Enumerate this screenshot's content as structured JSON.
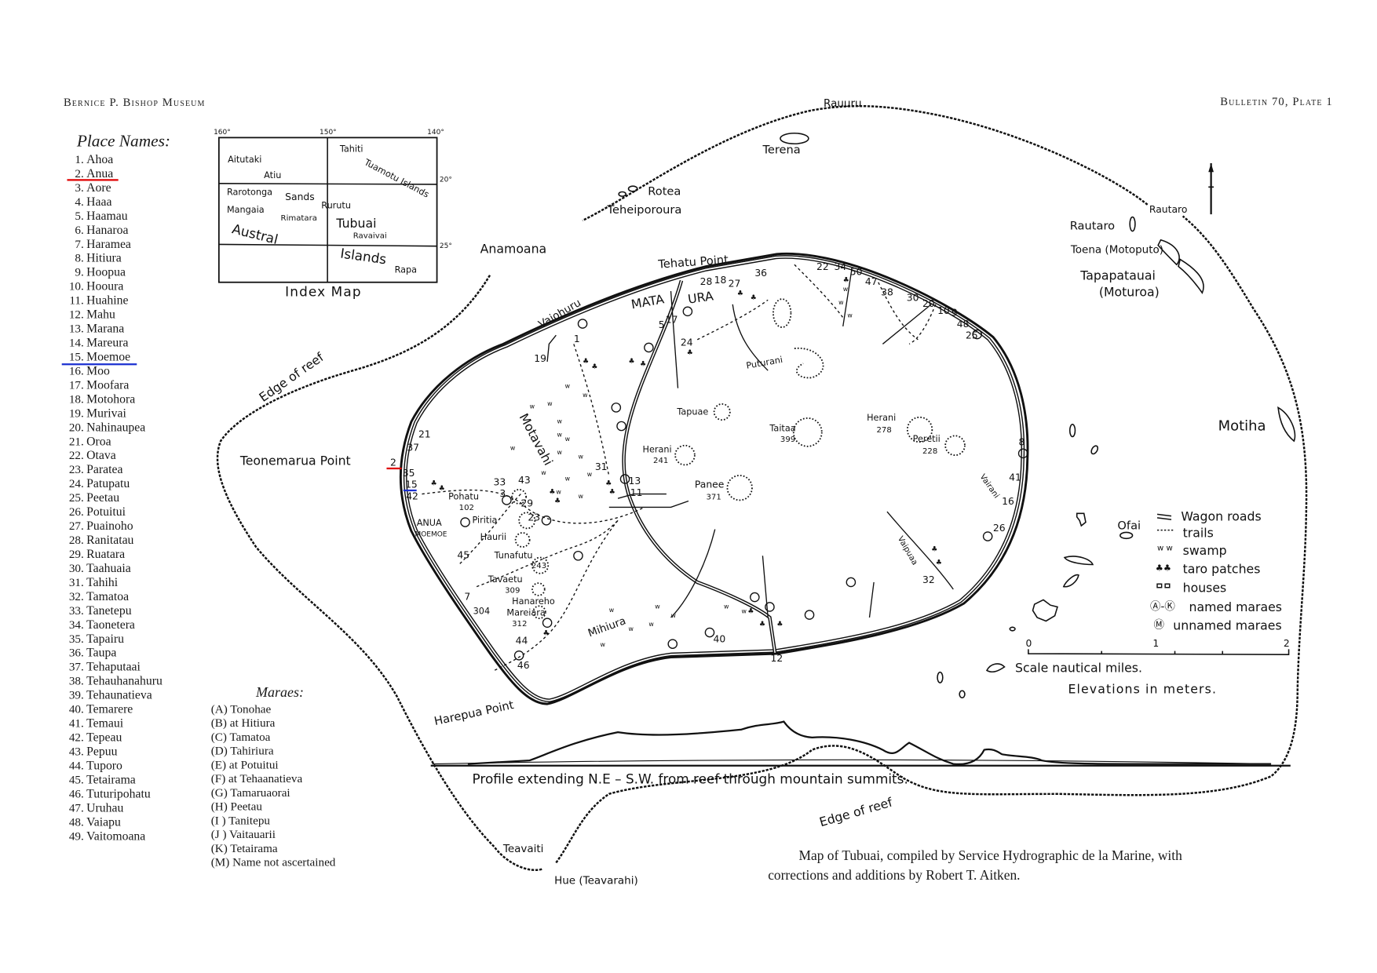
{
  "header": {
    "left": "Bernice P. Bishop Museum",
    "right": "Bulletin 70, Plate 1"
  },
  "place_names": {
    "title": "Place Names:",
    "items": [
      "Ahoa",
      "Anua",
      "Aore",
      "Haaa",
      "Haamau",
      "Hanaroa",
      "Haramea",
      "Hitiura",
      "Hoopua",
      "Hooura",
      "Huahine",
      "Mahu",
      "Marana",
      "Mareura",
      "Moemoe",
      "Moo",
      "Moofara",
      "Motohora",
      "Murivai",
      "Nahinaupea",
      "Oroa",
      "Otava",
      "Paratea",
      "Patupatu",
      "Peetau",
      "Potuitui",
      "Puainoho",
      "Ranitatau",
      "Ruatara",
      "Taahuaia",
      "Tahihi",
      "Tamatoa",
      "Tanetepu",
      "Taonetera",
      "Tapairu",
      "Taupa",
      "Tehaputaai",
      "Tehauhanahuru",
      "Tehaunatieva",
      "Temarere",
      "Temaui",
      "Tepeau",
      "Pepuu",
      "Tuporo",
      "Tetairama",
      "Tuturipohatu",
      "Uruhau",
      "Vaiapu",
      "Vaitomoana"
    ],
    "highlighted": [
      {
        "index": 2,
        "color": "#e00000"
      },
      {
        "index": 15,
        "color": "#1a2fd0"
      }
    ]
  },
  "maraes": {
    "title": "Maraes:",
    "items": [
      "(A)  Tonohae",
      "(B)  at Hitiura",
      "(C)  Tamatoa",
      "(D)  Tahiriura",
      "(E)  at Potuitui",
      "(F)  at Tehaanatieva",
      "(G)  Tamaruaorai",
      "(H)  Peetau",
      "(I )  Tanitepu",
      "(J )  Vaitauarii",
      "(K)  Tetairama",
      "(M)  Name not ascertained"
    ]
  },
  "index_map": {
    "title": "Index Map",
    "lon_ticks": [
      "160°",
      "150°",
      "140°"
    ],
    "lat_ticks": [
      "20°",
      "25°"
    ],
    "labels": [
      "Aitutaki",
      "Atiu",
      "Tahiti",
      "Tuamotu Islands",
      "Rarotonga",
      "Sands",
      "Rurutu",
      "Mangaia",
      "Rimatara",
      "Tubuai",
      "Austral",
      "Ravaivai",
      "Islands",
      "Rapa"
    ]
  },
  "map": {
    "sea_labels": [
      "Rauuru",
      "Terena",
      "Rotea",
      "Teheiporoura",
      "Anamoana",
      "Rautaro",
      "Rautaro",
      "Toena (Motoputo)",
      "Tapapatauai",
      "(Moturoa)",
      "Motiha",
      "Ofai",
      "Edge of reef",
      "Teonemarua Point",
      "Harepua Point",
      "Teavaiti",
      "Hue (Teavarahi)",
      "Edge of reef"
    ],
    "island_labels": [
      "Tehatu Point",
      "Vaiohuru",
      "MATA",
      "URA",
      "Motavahi",
      "Puturani",
      "Tapuae",
      "Herani",
      "241",
      "Taitaa",
      "399",
      "Herani",
      "278",
      "Peretii",
      "228",
      "Panee",
      "371",
      "Vairani",
      "Vaipuaa",
      "Pohatu",
      "102",
      "Piritia",
      "Haurii",
      "Tunafutu",
      "243",
      "Tavaetu",
      "309",
      "Hanareho",
      "304",
      "Mareiara",
      "312",
      "Mihiura"
    ],
    "annotations": {
      "anua": "ANUA",
      "moemoe": "MOEMOE",
      "anua_color": "#e00000",
      "moemoe_color": "#1a2fd0"
    },
    "numbers": [
      "19",
      "1",
      "21",
      "37",
      "2",
      "35",
      "15",
      "42",
      "33",
      "43",
      "3",
      "29",
      "23",
      "31",
      "13",
      "11",
      "45",
      "7",
      "44",
      "46",
      "40",
      "12",
      "32",
      "26",
      "16",
      "41",
      "8",
      "24",
      "5",
      "17",
      "22",
      "34",
      "50",
      "47",
      "38",
      "30",
      "20",
      "10",
      "9",
      "48",
      "25",
      "36",
      "28",
      "18",
      "27"
    ]
  },
  "legend": {
    "items": [
      "Wagon roads",
      "trails",
      "swamp",
      "taro patches",
      "houses",
      "named maraes",
      "unnamed maraes"
    ],
    "named_range": "Ⓐ-Ⓚ",
    "unnamed_symbol": "Ⓜ"
  },
  "scale": {
    "ticks": [
      "0",
      "1",
      "2"
    ],
    "label": "Scale nautical miles.",
    "elevations": "Elevations in meters."
  },
  "profile": {
    "caption": "Profile extending   N.E – S.W.   from  reef  through  mountain  summits."
  },
  "caption": {
    "line1": "Map of Tubuai, compiled by Service Hydrographic de la Marine, with",
    "line2": "corrections and additions by Robert T. Aitken."
  }
}
